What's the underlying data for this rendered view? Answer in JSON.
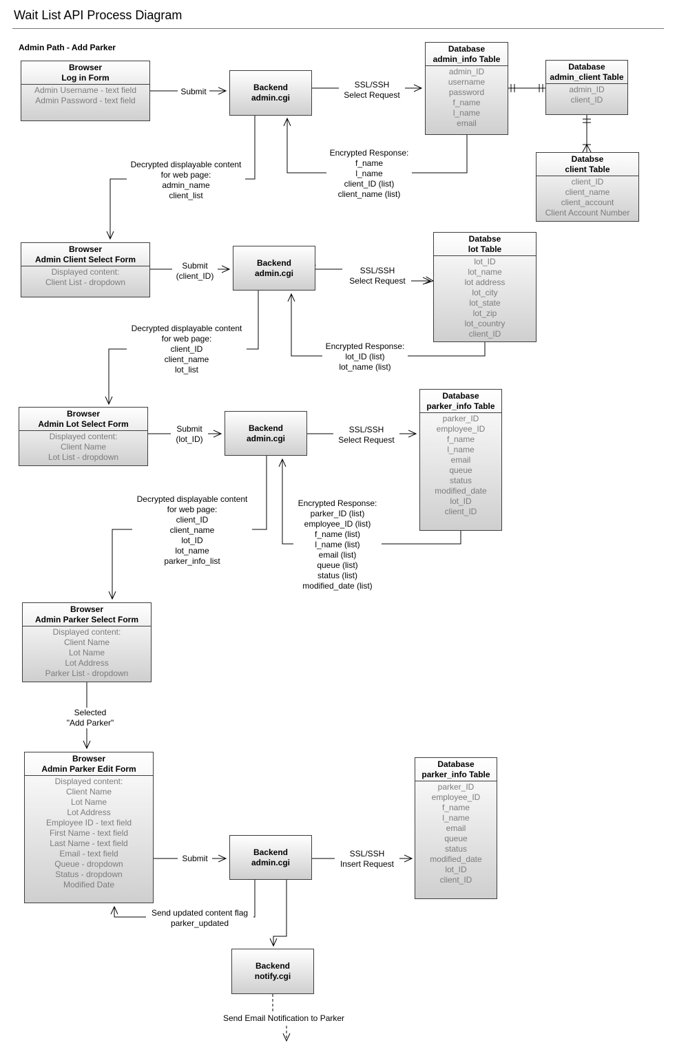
{
  "title": "Wait List API Process Diagram",
  "section": "Admin Path - Add Parker",
  "nodes": {
    "browser_login": {
      "title": [
        "Browser",
        "Log in Form"
      ],
      "items": [
        "Admin Username - text field",
        "Admin Password - text field"
      ]
    },
    "backend_1": {
      "title": [
        "Backend",
        "admin.cgi"
      ]
    },
    "db_admin_info": {
      "title": [
        "Database",
        "admin_info Table"
      ],
      "items": [
        "admin_ID",
        "username",
        "password",
        "f_name",
        "l_name",
        "email"
      ]
    },
    "db_admin_client": {
      "title": [
        "Database",
        "admin_client Table"
      ],
      "items": [
        "admin_ID",
        "client_ID"
      ]
    },
    "db_client": {
      "title": [
        "Databse",
        "client Table"
      ],
      "items": [
        "client_ID",
        "client_name",
        "client_account",
        "Client Account Number"
      ]
    },
    "browser_client_select": {
      "title": [
        "Browser",
        "Admin Client Select Form"
      ],
      "items": [
        "Displayed content:",
        "Client List - dropdown"
      ]
    },
    "backend_2": {
      "title": [
        "Backend",
        "admin.cgi"
      ]
    },
    "db_lot": {
      "title": [
        "Databse",
        "lot Table"
      ],
      "items": [
        "lot_ID",
        "lot_name",
        "lot address",
        "lot_city",
        "lot_state",
        "lot_zip",
        "lot_country",
        "client_ID"
      ]
    },
    "browser_lot_select": {
      "title": [
        "Browser",
        "Admin Lot Select Form"
      ],
      "items": [
        "Displayed content:",
        "Client Name",
        "Lot List - dropdown"
      ]
    },
    "backend_3": {
      "title": [
        "Backend",
        "admin.cgi"
      ]
    },
    "db_parker_info_1": {
      "title": [
        "Database",
        "parker_info Table"
      ],
      "items": [
        "parker_ID",
        "employee_ID",
        "f_name",
        "l_name",
        "email",
        "queue",
        "status",
        "modified_date",
        "lot_ID",
        "client_ID"
      ]
    },
    "browser_parker_select": {
      "title": [
        "Browser",
        "Admin Parker Select Form"
      ],
      "items": [
        "Displayed content:",
        "Client Name",
        "Lot Name",
        "Lot Address",
        "Parker List - dropdown"
      ]
    },
    "browser_parker_edit": {
      "title": [
        "Browser",
        "Admin Parker Edit Form"
      ],
      "items": [
        "Displayed content:",
        "Client Name",
        "Lot Name",
        "Lot Address",
        "Employee ID - text field",
        "First Name - text field",
        "Last Name - text field",
        "Email - text field",
        "Queue - dropdown",
        "Status - dropdown",
        "Modified Date"
      ]
    },
    "backend_4": {
      "title": [
        "Backend",
        "admin.cgi"
      ]
    },
    "db_parker_info_2": {
      "title": [
        "Database",
        "parker_info Table"
      ],
      "items": [
        "parker_ID",
        "employee_ID",
        "f_name",
        "l_name",
        "email",
        "queue",
        "status",
        "modified_date",
        "lot_ID",
        "client_ID"
      ]
    },
    "backend_notify": {
      "title": [
        "Backend",
        "notify.cgi"
      ]
    }
  },
  "labels": {
    "submit_1": [
      "Submit"
    ],
    "request_1": [
      "SSL/SSH",
      "Select Request"
    ],
    "response_1": [
      "Encrypted Response:",
      "f_name",
      "l_name",
      "client_ID (list)",
      "client_name (list)"
    ],
    "content_1": [
      "Decrypted displayable content",
      "for web page:",
      "admin_name",
      "client_list"
    ],
    "submit_2": [
      "Submit",
      "(client_ID)"
    ],
    "request_2": [
      "SSL/SSH",
      "Select Request"
    ],
    "response_2": [
      "Encrypted Response:",
      "lot_ID (list)",
      "lot_name (list)"
    ],
    "content_2": [
      "Decrypted displayable content",
      "for web page:",
      "client_ID",
      "client_name",
      "lot_list"
    ],
    "submit_3": [
      "Submit",
      "(lot_ID)"
    ],
    "request_3": [
      "SSL/SSH",
      "Select Request"
    ],
    "response_3": [
      "Encrypted Response:",
      "parker_ID (list)",
      "employee_ID (list)",
      "f_name (list)",
      "l_name (list)",
      "email (list)",
      "queue (list)",
      "status (list)",
      "modified_date (list)"
    ],
    "content_3": [
      "Decrypted displayable content",
      "for web page:",
      "client_ID",
      "client_name",
      "lot_ID",
      "lot_name",
      "parker_info_list"
    ],
    "selected": [
      "Selected",
      "\"Add Parker\""
    ],
    "submit_4": [
      "Submit"
    ],
    "request_4": [
      "SSL/SSH",
      "Insert Request"
    ],
    "updated": [
      "Send updated content flag",
      "parker_updated"
    ],
    "notify": [
      "Send Email Notification to Parker"
    ]
  }
}
